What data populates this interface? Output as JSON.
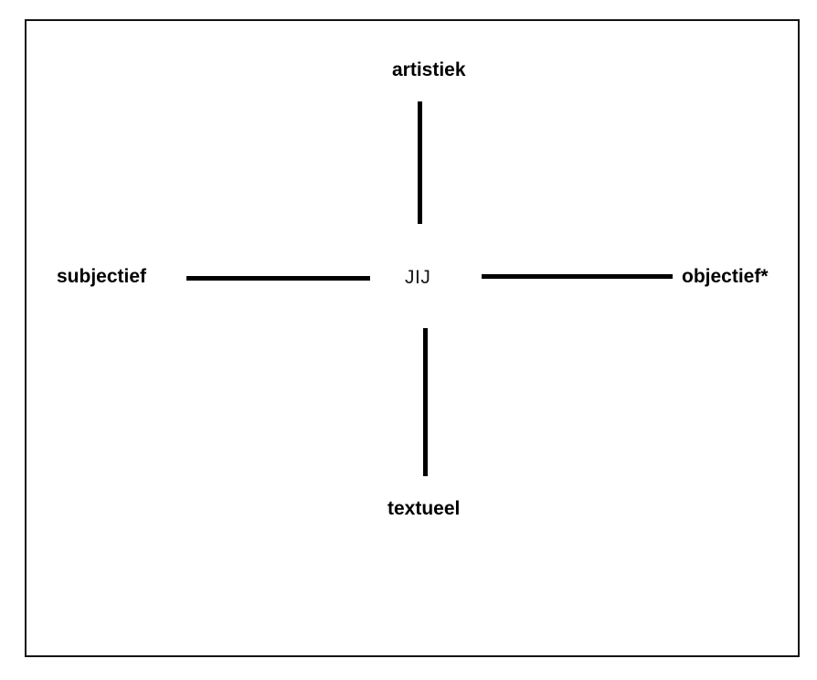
{
  "diagram": {
    "type": "two-axis-quadrant",
    "center_label": "JIJ",
    "axes": [
      {
        "name": "vertical",
        "positive_pole": "artistiek",
        "negative_pole": "textueel"
      },
      {
        "name": "horizontal",
        "negative_pole": "subjectief",
        "positive_pole": "objectief*"
      }
    ],
    "labels": {
      "top": "artistiek",
      "bottom": "textueel",
      "left": "subjectief",
      "right": "objectief*",
      "center": "JIJ"
    },
    "colors": {
      "stroke": "#000000",
      "frame": "#131313",
      "background": "#ffffff",
      "text": "#000000",
      "center_text": "#1a1a1a"
    }
  }
}
